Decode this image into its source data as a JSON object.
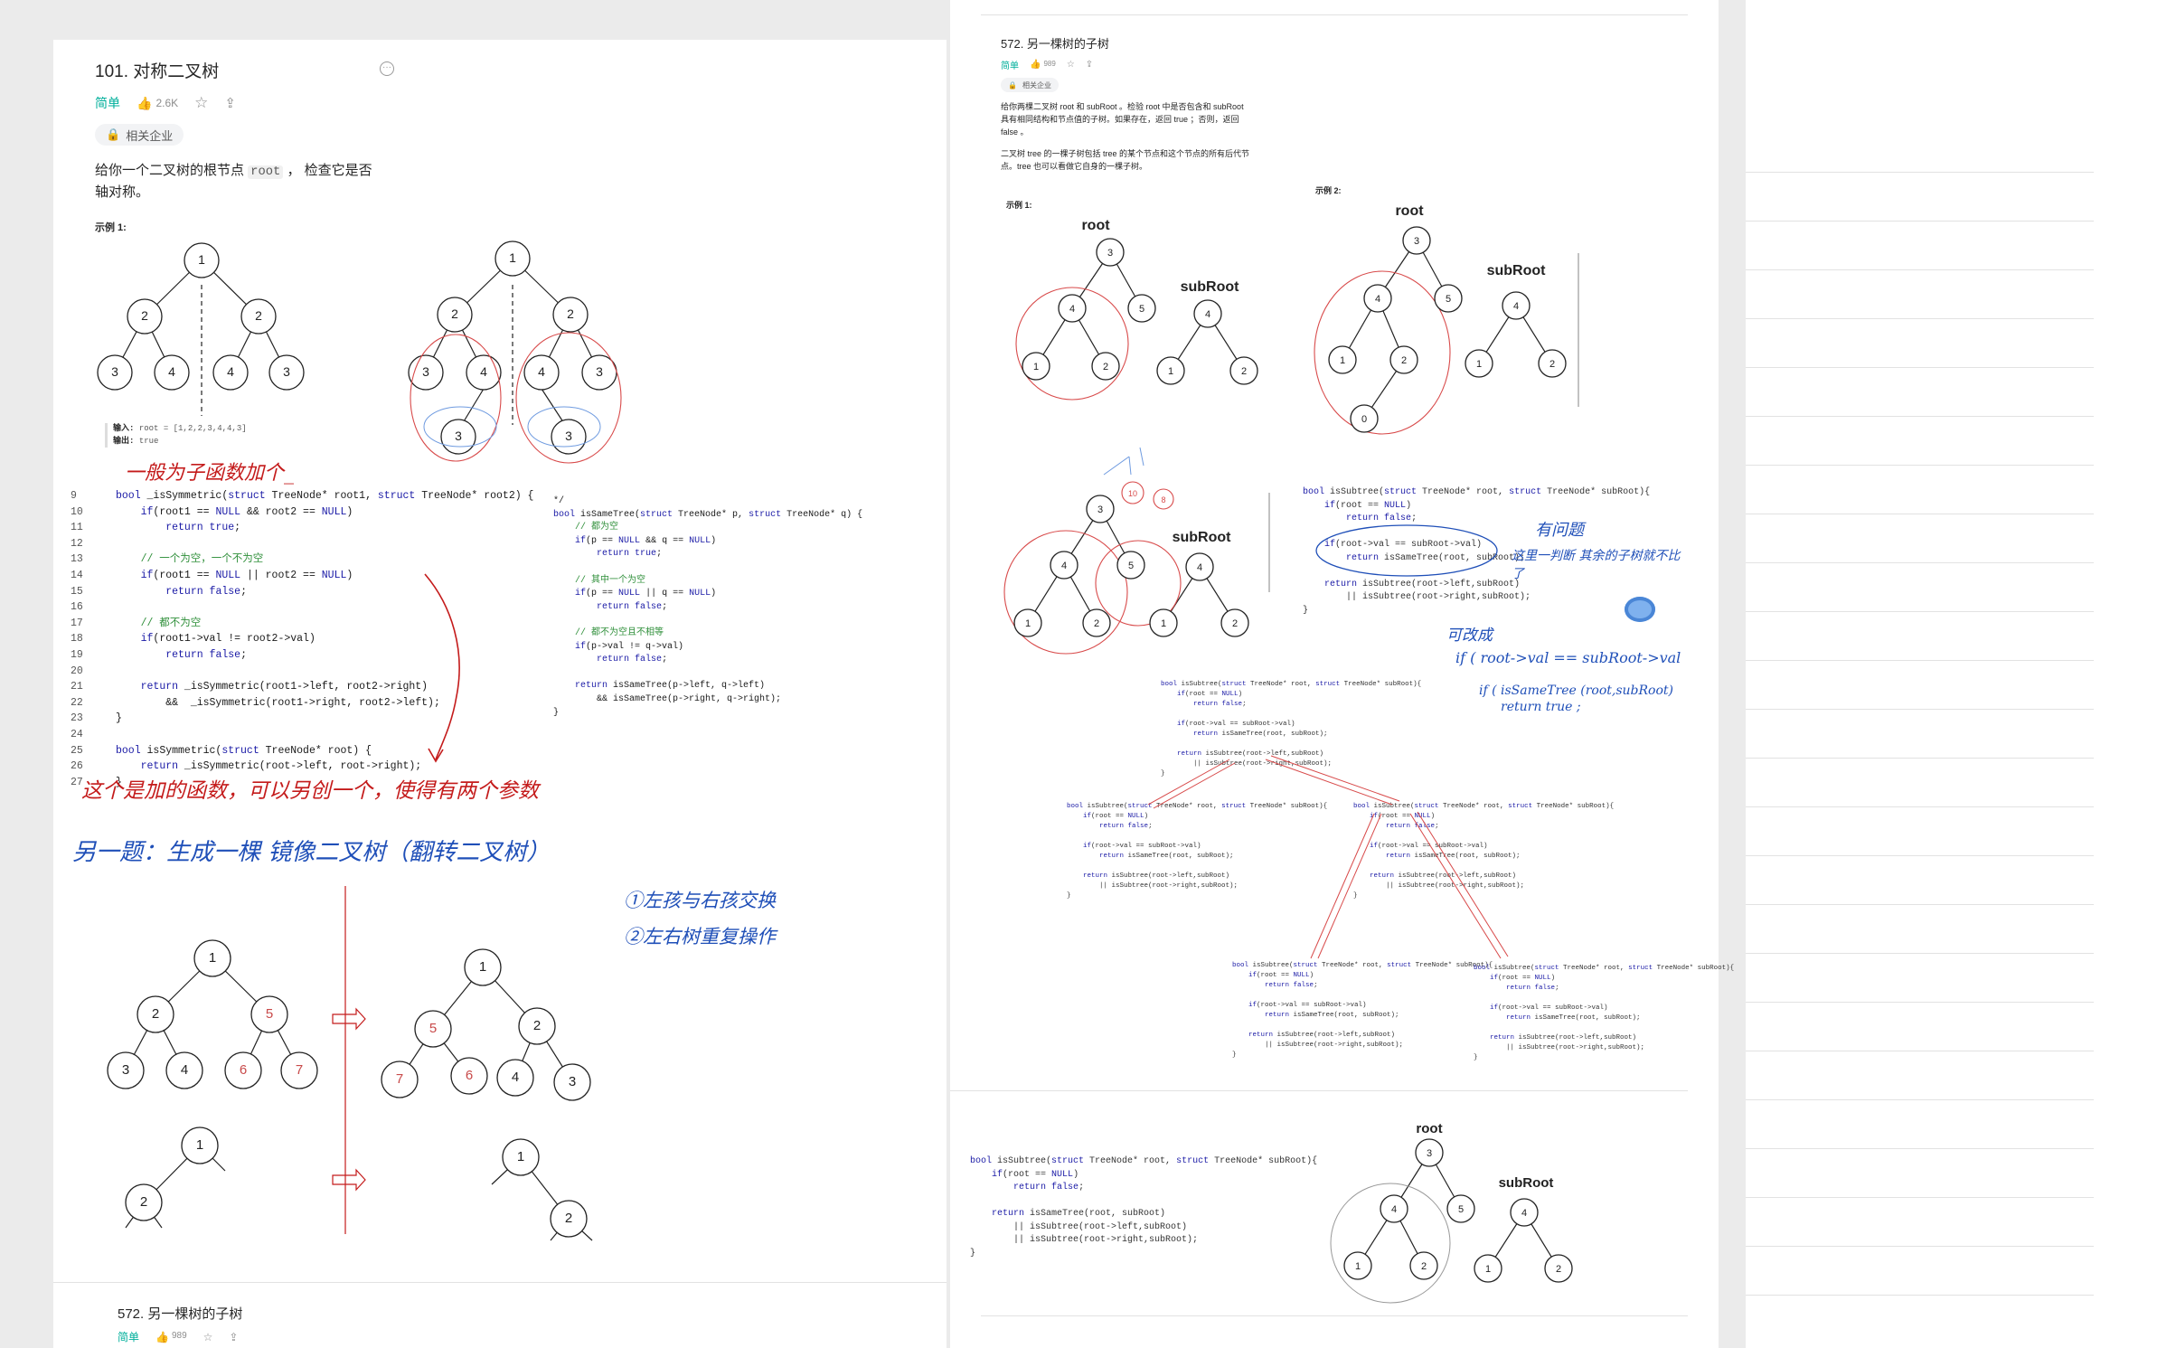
{
  "left_page": {
    "title": "101. 对称二叉树",
    "difficulty": "简单",
    "likes": "2.6K",
    "company_badge": "相关企业",
    "desc_pre": "给你一个二叉树的根节点 ",
    "desc_code": "root",
    "desc_post": " ， 检查它是否轴对称。",
    "example1": "示例 1:",
    "input_label": "输入:",
    "input_value": "root = [1,2,2,3,4,4,3]",
    "output_label": "输出:",
    "output_value": "true",
    "next_title": "572. 另一棵树的子树",
    "next_difficulty": "简单",
    "next_likes": "989"
  },
  "right_page": {
    "title": "572. 另一棵树的子树",
    "difficulty": "简单",
    "likes": "989",
    "company_badge": "相关企业",
    "desc1": "给你两棵二叉树 root 和 subRoot 。检验 root 中是否包含和 subRoot 具有相同结构和节点值的子树。如果存在，返回 true ；否则，返回 false 。",
    "desc2": "二叉树 tree 的一棵子树包括 tree 的某个节点和这个节点的所有后代节点。tree 也可以看做它自身的一棵子树。",
    "example1": "示例 1:",
    "example2": "示例 2:",
    "label_root": "root",
    "label_subroot": "subRoot"
  },
  "left_code": [
    {
      "n": "9",
      "t": "bool _isSymmetric(struct TreeNode* root1, struct TreeNode* root2) {"
    },
    {
      "n": "10",
      "t": "    if(root1 == NULL && root2 == NULL)"
    },
    {
      "n": "11",
      "t": "        return true;"
    },
    {
      "n": "12",
      "t": ""
    },
    {
      "n": "13",
      "t": "    // 一个为空，一个不为空"
    },
    {
      "n": "14",
      "t": "    if(root1 == NULL || root2 == NULL)"
    },
    {
      "n": "15",
      "t": "        return false;"
    },
    {
      "n": "16",
      "t": ""
    },
    {
      "n": "17",
      "t": "    // 都不为空"
    },
    {
      "n": "18",
      "t": "    if(root1->val != root2->val)"
    },
    {
      "n": "19",
      "t": "        return false;"
    },
    {
      "n": "20",
      "t": ""
    },
    {
      "n": "21",
      "t": "    return _isSymmetric(root1->left, root2->right)"
    },
    {
      "n": "22",
      "t": "        &&  _isSymmetric(root1->right, root2->left);"
    },
    {
      "n": "23",
      "t": "}"
    },
    {
      "n": "24",
      "t": ""
    },
    {
      "n": "25",
      "t": "bool isSymmetric(struct TreeNode* root) {"
    },
    {
      "n": "26",
      "t": "    return _isSymmetric(root->left, root->right);"
    },
    {
      "n": "27",
      "t": "}"
    }
  ],
  "same_tree_code": [
    "*/",
    "bool isSameTree(struct TreeNode* p, struct TreeNode* q) {",
    "    // 都为空",
    "    if(p == NULL && q == NULL)",
    "        return true;",
    "",
    "    // 其中一个为空",
    "    if(p == NULL || q == NULL)",
    "        return false;",
    "",
    "    // 都不为空且不相等",
    "    if(p->val != q->val)",
    "        return false;",
    "",
    "    return isSameTree(p->left, q->left)",
    "        && isSameTree(p->right, q->right);",
    "}"
  ],
  "subtree_code": [
    "bool isSubtree(struct TreeNode* root, struct TreeNode* subRoot){",
    "    if(root == NULL)",
    "        return false;",
    "",
    "    if(root->val == subRoot->val)",
    "        return isSameTree(root, subRoot);",
    "",
    "    return isSubtree(root->left,subRoot)",
    "        || isSubtree(root->right,subRoot);",
    "}"
  ],
  "final_code": [
    "bool isSubtree(struct TreeNode* root, struct TreeNode* subRoot){",
    "    if(root == NULL)",
    "        return false;",
    "",
    "    return isSameTree(root, subRoot)",
    "        || isSubtree(root->left,subRoot)",
    "        || isSubtree(root->right,subRoot);",
    "}"
  ],
  "handwriting": {
    "note1": "一般为子函数加个_",
    "note2": "这个是加的函数，可以另创一个，使得有两个参数",
    "note3": "另一题：生成一棵 镜像二叉树（翻转二叉树）",
    "step1": "①左孩与右孩交换",
    "step2": "②左右树重复操作",
    "pitfall": "有问题",
    "pitfall_sub": "这里一判断 其余的子树就不比了",
    "fix": "可改成",
    "fix1": "if ( root->val == subRoot->val",
    "fix2": "if ( isSameTree (root,subRoot)",
    "fix3": "return true ;"
  },
  "tree_vals": {
    "sym": [
      "1",
      "2",
      "2",
      "3",
      "4",
      "4",
      "3"
    ],
    "mirror_a": [
      "1",
      "2",
      "5",
      "3",
      "4",
      "6",
      "7"
    ],
    "mirror_b": [
      "1",
      "5",
      "2",
      "7",
      "6",
      "4",
      "3"
    ],
    "small_node": "1",
    "small_child": "2",
    "ex1_root": [
      "3",
      "4",
      "5",
      "1",
      "2"
    ],
    "ex1_sub": [
      "4",
      "1",
      "2"
    ],
    "ex2_root": [
      "3",
      "4",
      "5",
      "1",
      "2",
      "0"
    ],
    "ex2_sub": [
      "4",
      "1",
      "2"
    ],
    "sym2_deep": "3",
    "note_num": "10",
    "note_num2": "8"
  }
}
